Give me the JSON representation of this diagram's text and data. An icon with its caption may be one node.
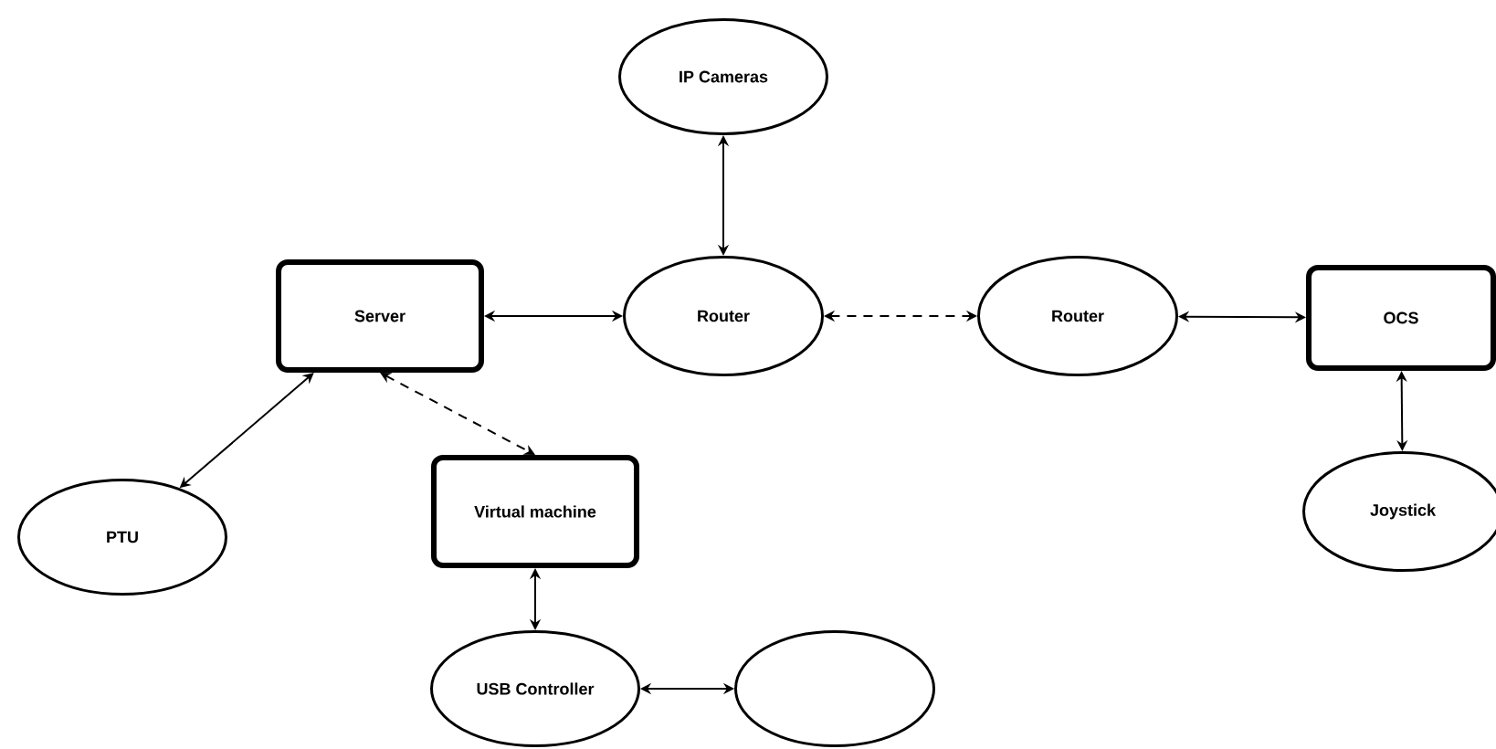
{
  "diagram": {
    "nodes": [
      {
        "text": [
          "IP Cameras"
        ]
      },
      {
        "text": [
          "Server"
        ]
      },
      {
        "text": [
          "Router"
        ]
      },
      {
        "text": [
          "Router"
        ]
      },
      {
        "text": [
          "OCS"
        ]
      },
      {
        "text": [
          "PTU"
        ]
      },
      {
        "text": [
          "Virtual machine"
        ]
      },
      {
        "text": [
          "Joystick"
        ]
      },
      {
        "text": [
          "USB Controller"
        ]
      },
      {
        "text": [],
        "shape": "ellipse"
      }
    ],
    "edges": [
      {
        "from": 2,
        "to": 0,
        "arrow": "both"
      },
      {
        "from": 1,
        "to": 2,
        "arrow": "both"
      },
      {
        "from": 2,
        "to": 3,
        "arrow": "both",
        "style": "dashed"
      },
      {
        "from": 3,
        "to": 4,
        "arrow": "both"
      },
      {
        "from": 1,
        "to": 5,
        "arrow": "both"
      },
      {
        "from": 1,
        "to": 6,
        "arrow": "both",
        "style": "dashed"
      },
      {
        "from": 4,
        "to": 7,
        "arrow": "both"
      },
      {
        "from": 6,
        "to": 8,
        "arrow": "both"
      },
      {
        "from": 8,
        "to": 9,
        "arrow": "both"
      }
    ]
  }
}
